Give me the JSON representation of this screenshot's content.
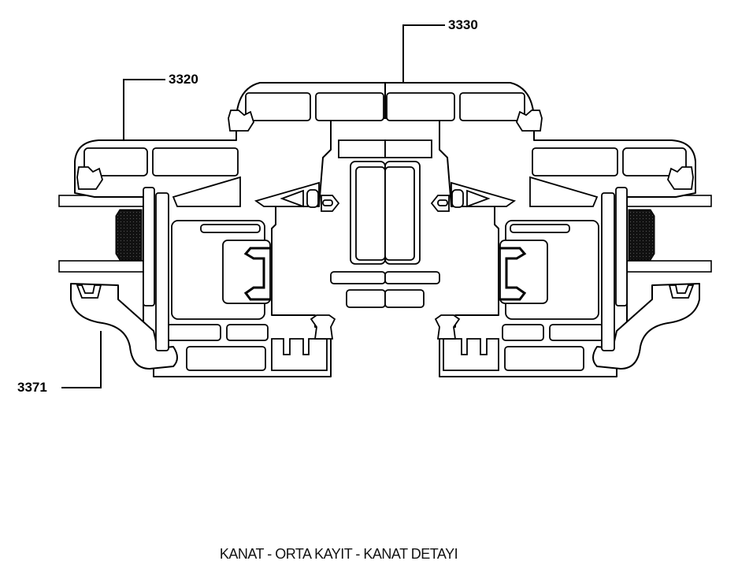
{
  "labels": {
    "sash_profile": "3320",
    "mullion_profile": "3330",
    "glazing_bead": "3371"
  },
  "caption": "KANAT - ORTA KAYIT - KANAT DETAYI",
  "colors": {
    "line": "#000000",
    "background": "#ffffff",
    "gasket": "#1a1a1a"
  }
}
